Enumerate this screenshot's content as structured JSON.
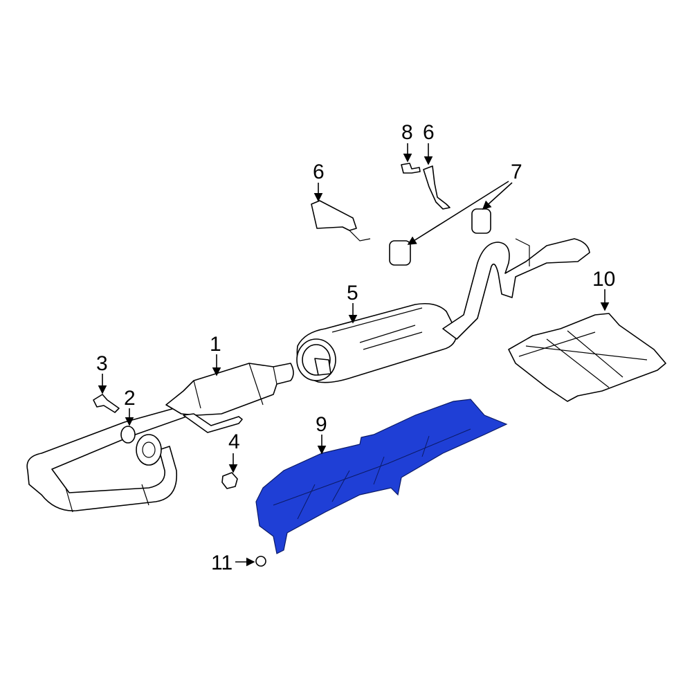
{
  "diagram": {
    "highlight_color": "#1f3fd6",
    "highlighted_part": "9",
    "callouts": [
      {
        "id": "1",
        "text": "1"
      },
      {
        "id": "2",
        "text": "2"
      },
      {
        "id": "3",
        "text": "3"
      },
      {
        "id": "4",
        "text": "4"
      },
      {
        "id": "5",
        "text": "5"
      },
      {
        "id": "6a",
        "text": "6"
      },
      {
        "id": "8",
        "text": "8"
      },
      {
        "id": "6b",
        "text": "6"
      },
      {
        "id": "7",
        "text": "7"
      },
      {
        "id": "9",
        "text": "9"
      },
      {
        "id": "10",
        "text": "10"
      },
      {
        "id": "11",
        "text": "11"
      }
    ]
  }
}
